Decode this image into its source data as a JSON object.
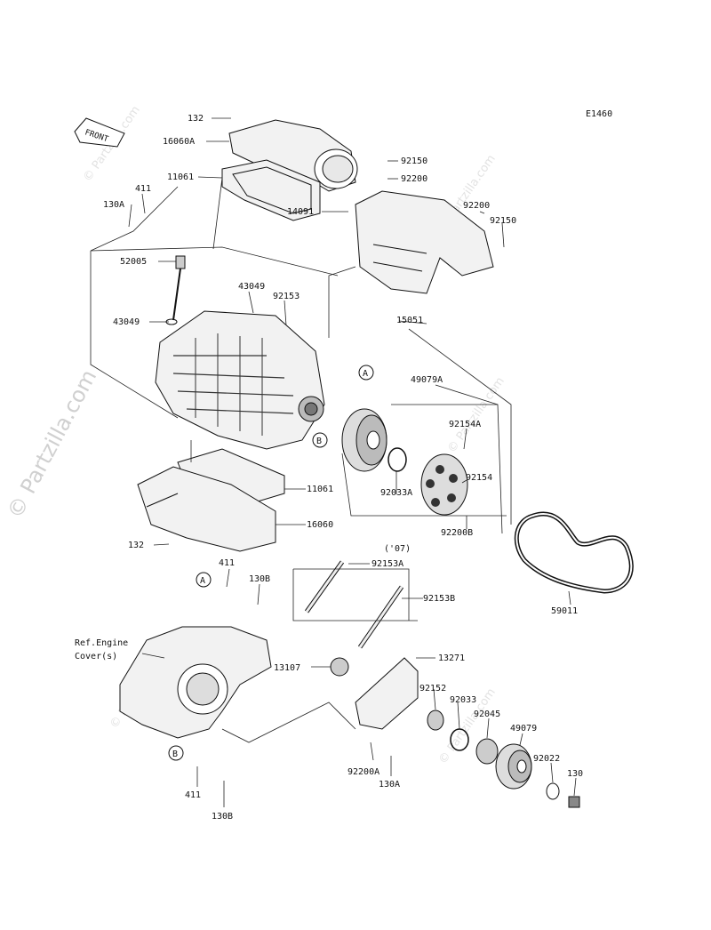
{
  "diagram_code": "E1460",
  "front_label": "FRONT",
  "watermark": "© Partzilla.com",
  "ref_engine": [
    "Ref.Engine",
    "Cover(s)"
  ],
  "year_note": "('07)",
  "parts": [
    {
      "id": "p1",
      "label": "132"
    },
    {
      "id": "p2",
      "label": "16060A"
    },
    {
      "id": "p3",
      "label": "11061"
    },
    {
      "id": "p4",
      "label": "411"
    },
    {
      "id": "p5",
      "label": "130A"
    },
    {
      "id": "p6",
      "label": "52005"
    },
    {
      "id": "p7",
      "label": "43049"
    },
    {
      "id": "p8",
      "label": "92153"
    },
    {
      "id": "p9",
      "label": "43049"
    },
    {
      "id": "p10",
      "label": "92150"
    },
    {
      "id": "p11",
      "label": "92200"
    },
    {
      "id": "p12",
      "label": "92200"
    },
    {
      "id": "p13",
      "label": "92150"
    },
    {
      "id": "p14",
      "label": "14091"
    },
    {
      "id": "p15",
      "label": "15051"
    },
    {
      "id": "p16",
      "label": "49079A"
    },
    {
      "id": "p17",
      "label": "92154A"
    },
    {
      "id": "p18",
      "label": "92154"
    },
    {
      "id": "p19",
      "label": "92033A"
    },
    {
      "id": "p20",
      "label": "92200B"
    },
    {
      "id": "p21",
      "label": "11061"
    },
    {
      "id": "p22",
      "label": "16060"
    },
    {
      "id": "p23",
      "label": "132"
    },
    {
      "id": "p24",
      "label": "92153A"
    },
    {
      "id": "p25",
      "label": "92153B"
    },
    {
      "id": "p26",
      "label": "59011"
    },
    {
      "id": "p27",
      "label": "411"
    },
    {
      "id": "p28",
      "label": "130B"
    },
    {
      "id": "p29",
      "label": "13271"
    },
    {
      "id": "p30",
      "label": "13107"
    },
    {
      "id": "p31",
      "label": "92152"
    },
    {
      "id": "p32",
      "label": "92033"
    },
    {
      "id": "p33",
      "label": "92045"
    },
    {
      "id": "p34",
      "label": "49079"
    },
    {
      "id": "p35",
      "label": "92022"
    },
    {
      "id": "p36",
      "label": "130"
    },
    {
      "id": "p37",
      "label": "92200A"
    },
    {
      "id": "p38",
      "label": "130A"
    },
    {
      "id": "p39",
      "label": "411"
    },
    {
      "id": "p40",
      "label": "130B"
    }
  ],
  "callouts": [
    {
      "id": "c1",
      "label": "A"
    },
    {
      "id": "c2",
      "label": "B"
    },
    {
      "id": "c3",
      "label": "A"
    },
    {
      "id": "c4",
      "label": "B"
    }
  ]
}
